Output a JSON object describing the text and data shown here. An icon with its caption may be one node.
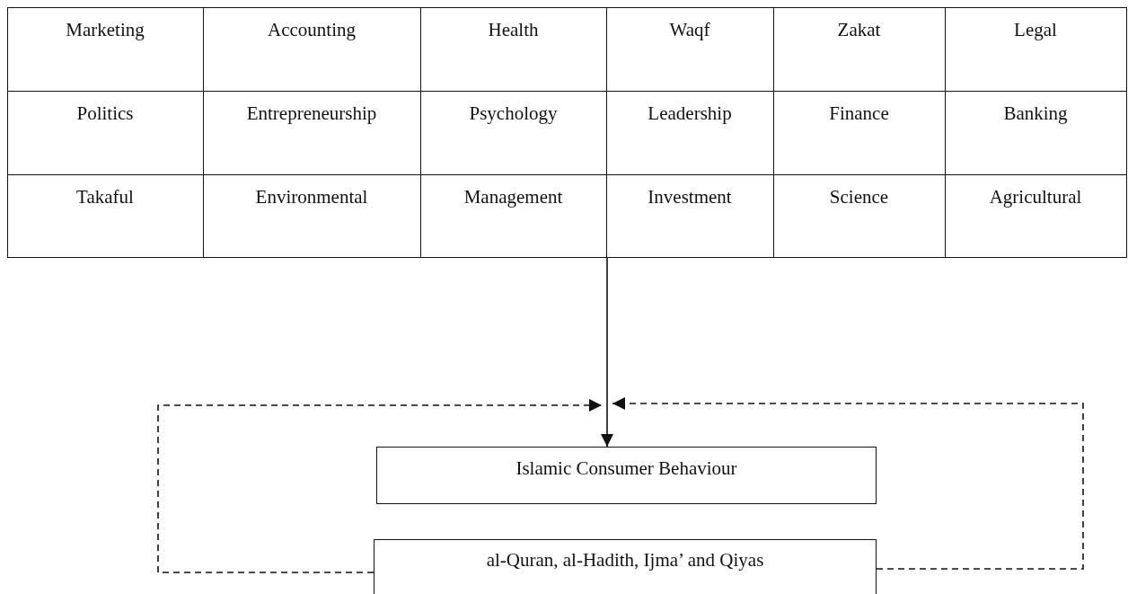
{
  "diagram": {
    "nodes": [
      {
        "text": [],
        "shape": "box"
      },
      {
        "text": [
          "Marketing"
        ],
        "in": 0
      },
      {
        "text": [
          "Accounting"
        ],
        "in": 0
      },
      {
        "text": [
          "Health"
        ],
        "in": 0
      },
      {
        "text": [
          "Waqf"
        ],
        "in": 0
      },
      {
        "text": [
          "Zakat"
        ],
        "in": 0
      },
      {
        "text": [
          "Legal"
        ],
        "in": 0
      },
      {
        "text": [
          "Politics"
        ],
        "in": 0
      },
      {
        "text": [
          "Entrepreneurship"
        ],
        "in": 0
      },
      {
        "text": [
          "Psychology"
        ],
        "in": 0
      },
      {
        "text": [
          "Leadership"
        ],
        "in": 0
      },
      {
        "text": [
          "Finance"
        ],
        "in": 0
      },
      {
        "text": [
          "Banking"
        ],
        "in": 0
      },
      {
        "text": [
          "Takaful"
        ],
        "in": 0
      },
      {
        "text": [
          "Environmental"
        ],
        "in": 0
      },
      {
        "text": [
          "Management"
        ],
        "in": 0
      },
      {
        "text": [
          "Investment"
        ],
        "in": 0
      },
      {
        "text": [
          "Science"
        ],
        "in": 0
      },
      {
        "text": [
          "Agricultural"
        ],
        "in": 0
      },
      {
        "text": [
          "Islamic Consumer Behaviour"
        ]
      },
      {
        "text": [
          "al-Quran, al-Hadith, Ijma’ and Qiyas"
        ]
      }
    ],
    "edges": [
      {
        "from": 0,
        "to": 19,
        "arrow": "to"
      },
      {
        "from": 20,
        "to": null,
        "arrow": "to",
        "style": "dashed"
      },
      {
        "from": 20,
        "to": null,
        "arrow": "to",
        "style": "dashed"
      }
    ]
  }
}
